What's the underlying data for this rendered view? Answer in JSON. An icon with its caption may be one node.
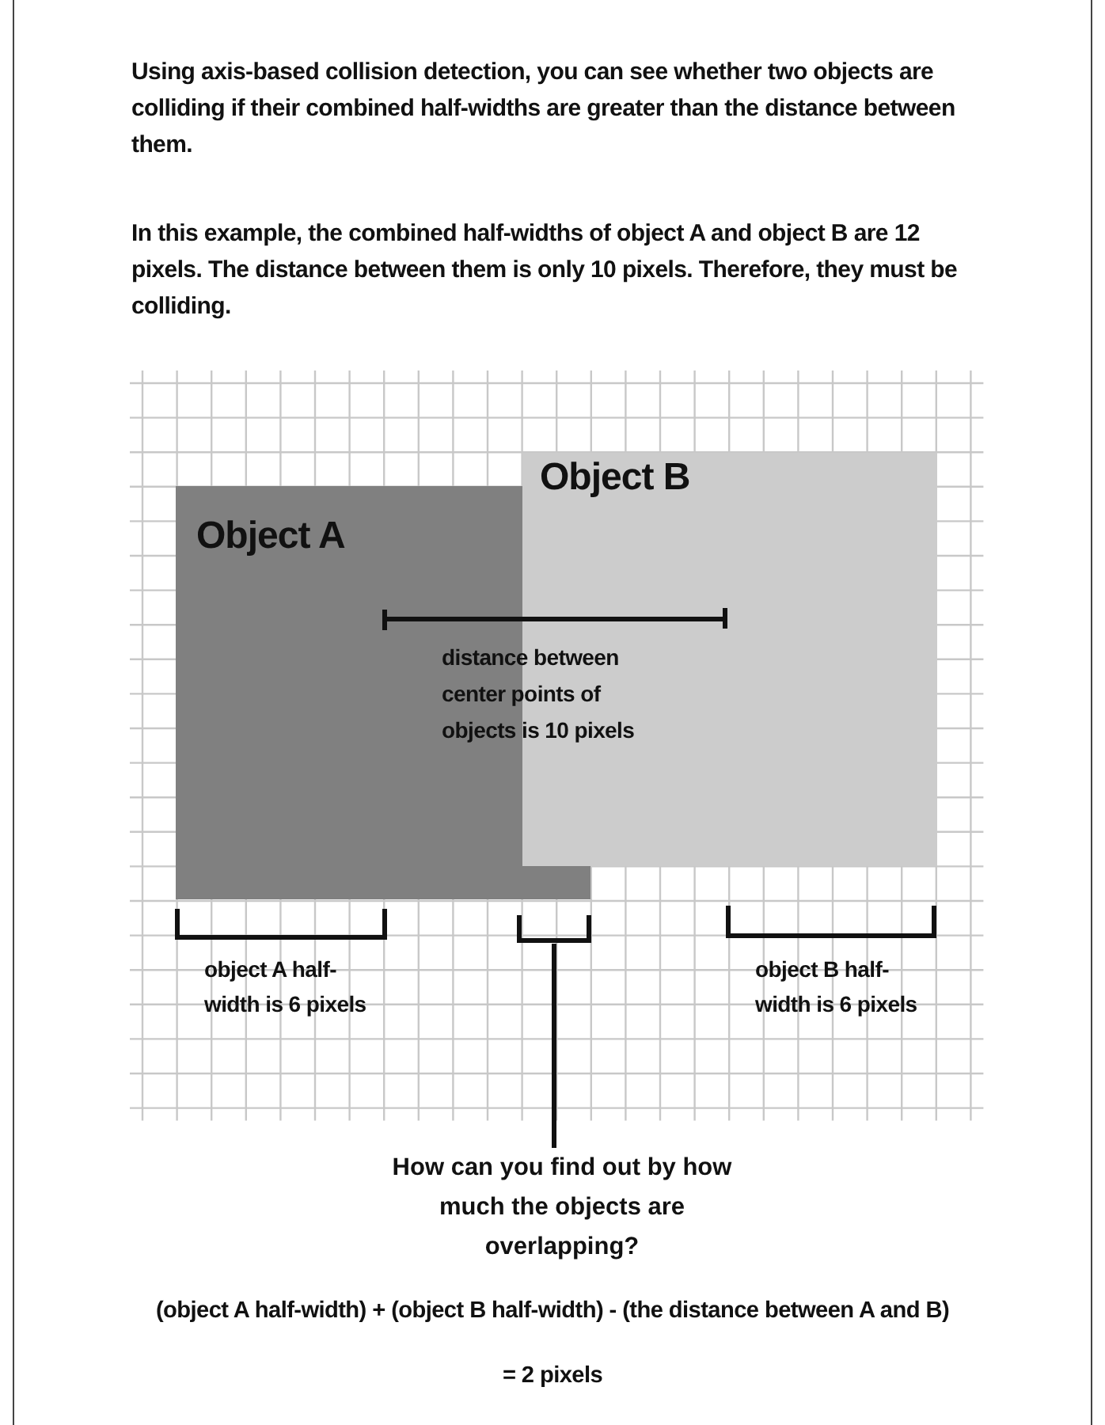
{
  "diagram": {
    "nodes": [
      {
        "text": [
          "Object A"
        ]
      },
      {
        "text": [
          "Object B"
        ]
      },
      {
        "text": [],
        "shape": "bracket"
      },
      {
        "text": [
          "How can you find out by how much the objects are overlapping?"
        ]
      }
    ],
    "edges": [
      {
        "from": 3,
        "to": 2,
        "arrow": "none"
      }
    ],
    "labels": [
      "Using axis-based collision detection, you can see whether two objects are colliding if their combined half-widths are greater than the distance between them.",
      "In this example, the combined half-widths of object A and object B are 12 pixels. The distance between them is only 10 pixels. Therefore, they must be colliding.",
      "distance between center points of objects is 10 pixels",
      "object A half-width is 6 pixels",
      "object B half-width is 6 pixels",
      "(object A half-width) + (object B half-width) - (the distance between A and B)",
      "= 2 pixels"
    ]
  }
}
